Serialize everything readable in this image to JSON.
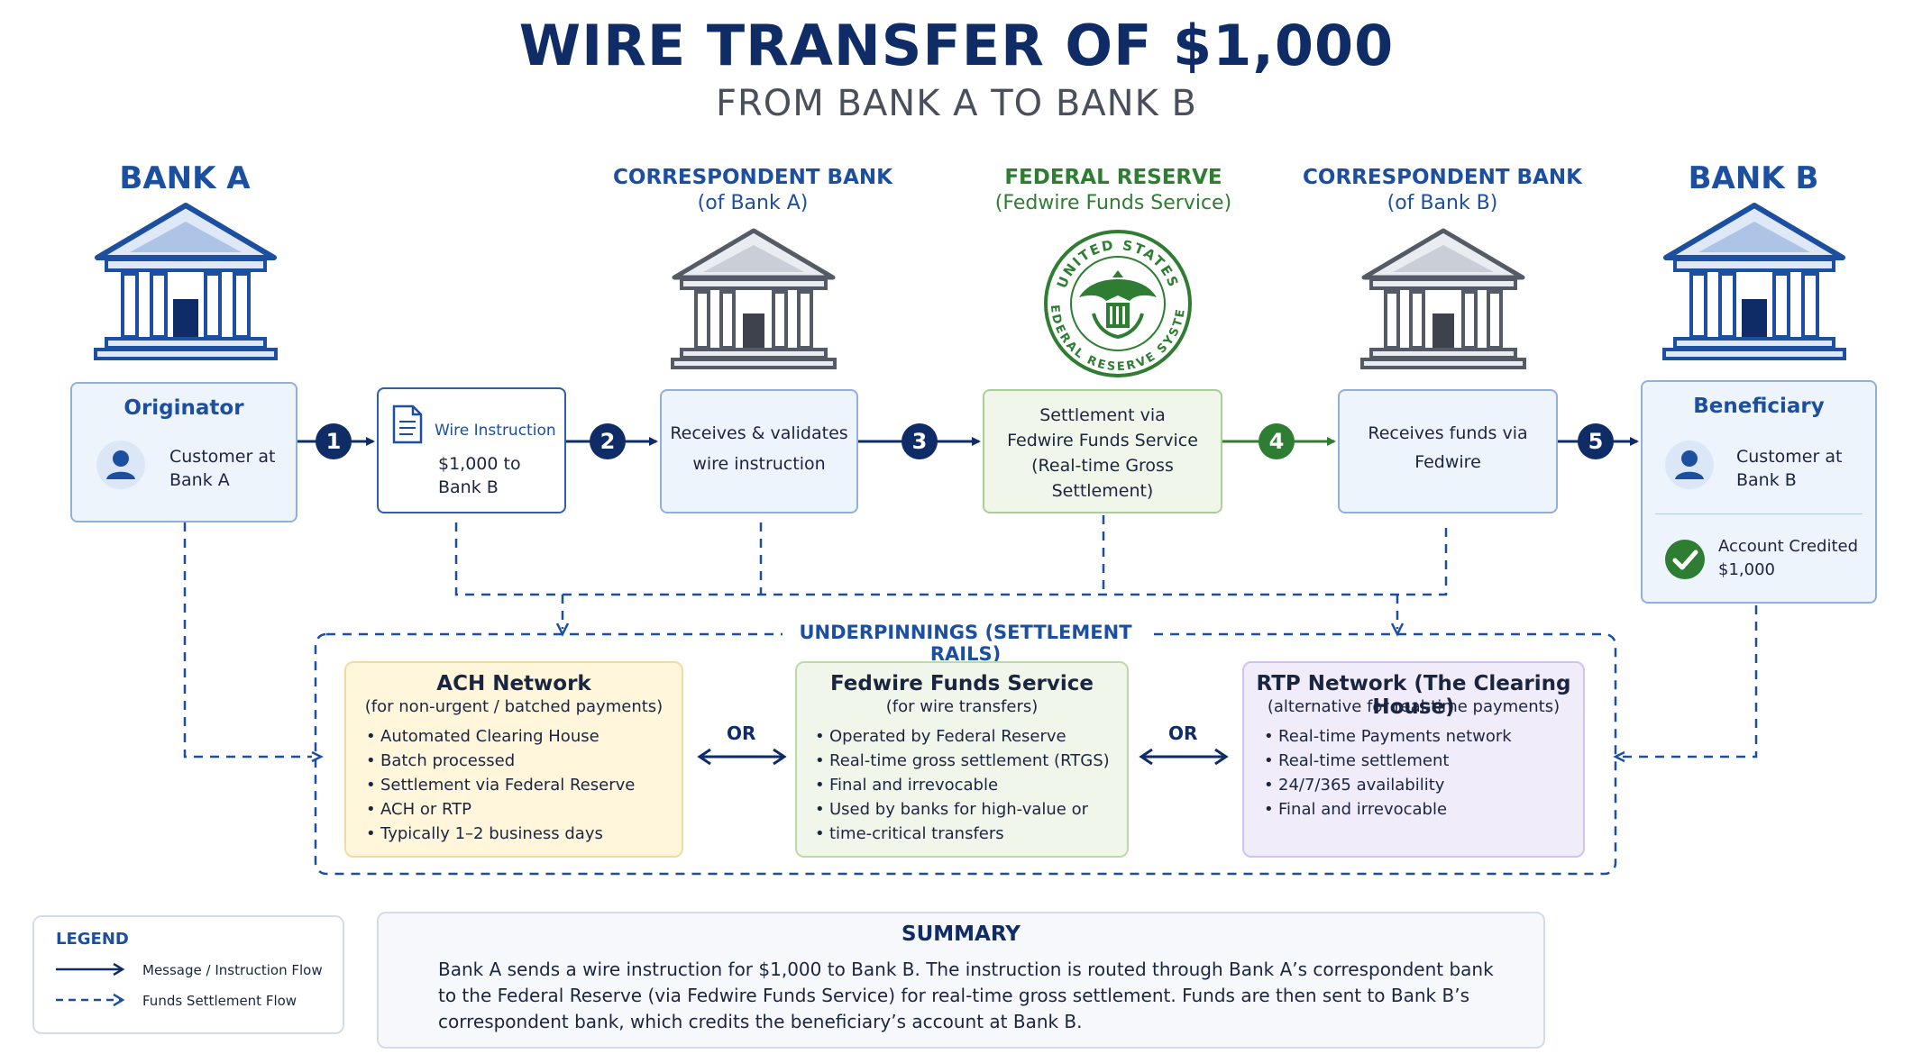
{
  "title": "WIRE TRANSFER OF $1,000",
  "subtitle": "FROM BANK A TO BANK B",
  "columns": {
    "bank_a": "BANK A",
    "corr_a": {
      "title": "CORRESPONDENT BANK",
      "sub": "(of Bank A)"
    },
    "fed": {
      "title": "FEDERAL RESERVE",
      "sub": "(Fedwire Funds Service)"
    },
    "corr_b": {
      "title": "CORRESPONDENT BANK",
      "sub": "(of Bank B)"
    },
    "bank_b": "BANK B"
  },
  "seal": {
    "top": "UNITED STATES",
    "bottom": "FEDERAL RESERVE SYSTEM"
  },
  "boxes": {
    "originator": {
      "title": "Originator",
      "line1": "Customer at",
      "line2": "Bank A"
    },
    "wire": {
      "title": "Wire Instruction",
      "line1": "$1,000 to",
      "line2": "Bank B"
    },
    "corr_a": {
      "line1": "Receives & validates",
      "line2": "wire instruction"
    },
    "fed": {
      "line1": "Settlement via",
      "line2": "Fedwire Funds Service",
      "line3": "(Real-time Gross",
      "line4": "Settlement)"
    },
    "corr_b": {
      "line1": "Receives funds via",
      "line2": "Fedwire"
    },
    "beneficiary": {
      "title": "Beneficiary",
      "line1": "Customer at",
      "line2": "Bank B",
      "credit1": "Account Credited",
      "credit2": "$1,000"
    }
  },
  "steps": [
    "1",
    "2",
    "3",
    "4",
    "5"
  ],
  "underpinnings": {
    "label": "UNDERPINNINGS (SETTLEMENT RAILS)",
    "or": "OR",
    "ach": {
      "title": "ACH Network",
      "sub": "(for non-urgent / batched payments)",
      "items": [
        "Automated Clearing House",
        "Batch processed",
        "Settlement via Federal Reserve",
        "ACH or RTP",
        "Typically 1–2 business days"
      ]
    },
    "fedwire": {
      "title": "Fedwire Funds Service",
      "sub": "(for wire transfers)",
      "items": [
        "Operated by Federal Reserve",
        "Real-time gross settlement (RTGS)",
        "Final and irrevocable",
        "Used by banks for high-value or",
        "time-critical transfers"
      ]
    },
    "rtp": {
      "title": "RTP Network (The Clearing House)",
      "sub": "(alternative for real-time payments)",
      "items": [
        "Real-time Payments network",
        "Real-time settlement",
        "24/7/365 availability",
        "Final and irrevocable"
      ]
    }
  },
  "legend": {
    "title": "LEGEND",
    "solid": "Message / Instruction Flow",
    "dashed": "Funds Settlement Flow"
  },
  "summary": {
    "title": "SUMMARY",
    "line1": "Bank A sends a wire instruction for $1,000 to Bank B. The instruction is routed through Bank A’s correspondent bank",
    "line2": "to the Federal Reserve (via Fedwire Funds Service) for real-time gross settlement. Funds are then sent to Bank B’s",
    "line3": "correspondent bank, which credits the beneficiary’s account at Bank B."
  },
  "colors": {
    "navy": "#0f2c66",
    "blue": "#1c4fa0",
    "green": "#2e7d32",
    "ach_bg": "#fff6dc",
    "fed_bg": "#f0f7ea",
    "rtp_bg": "#f1ecfa"
  }
}
